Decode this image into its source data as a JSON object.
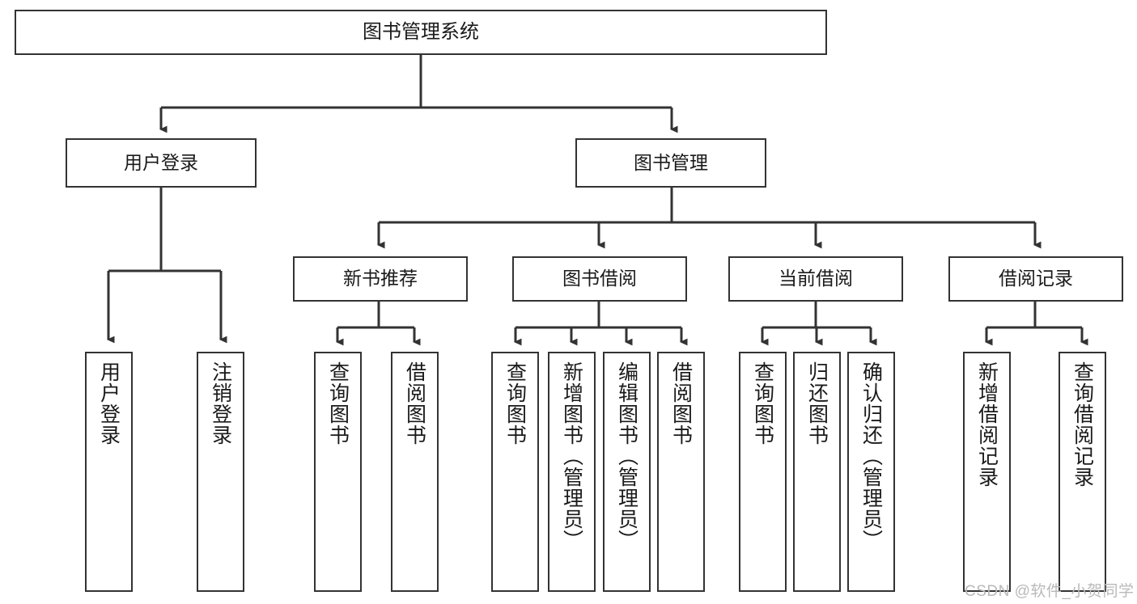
{
  "diagram": {
    "type": "tree-hierarchy",
    "title": "图书管理系统",
    "watermark": "CSDN @软件_小贺同学",
    "colors": {
      "node_border": "#333333",
      "node_fill": "#ffffff",
      "edge": "#333333",
      "text": "#1a1a1a",
      "watermark": "#b9b9b9",
      "background": "#ffffff"
    },
    "nodes": {
      "root": {
        "label": "图书管理系统"
      },
      "level1": [
        {
          "label": "用户登录"
        },
        {
          "label": "图书管理"
        }
      ],
      "level2": [
        {
          "label": "新书推荐"
        },
        {
          "label": "图书借阅"
        },
        {
          "label": "当前借阅"
        },
        {
          "label": "借阅记录"
        }
      ],
      "leaves": {
        "user_login": [
          {
            "label": "用户登录"
          },
          {
            "label": "注销登录"
          }
        ],
        "new_book": [
          {
            "label": "查询图书"
          },
          {
            "label": "借阅图书"
          }
        ],
        "book_borrow": [
          {
            "label": "查询图书"
          },
          {
            "label": "新增图书（管理员）"
          },
          {
            "label": "编辑图书（管理员）"
          },
          {
            "label": "借阅图书"
          }
        ],
        "current_borrow": [
          {
            "label": "查询图书"
          },
          {
            "label": "归还图书"
          },
          {
            "label": "确认归还（管理员）"
          }
        ],
        "borrow_record": [
          {
            "label": "新增借阅记录"
          },
          {
            "label": "查询借阅记录"
          }
        ]
      }
    }
  }
}
